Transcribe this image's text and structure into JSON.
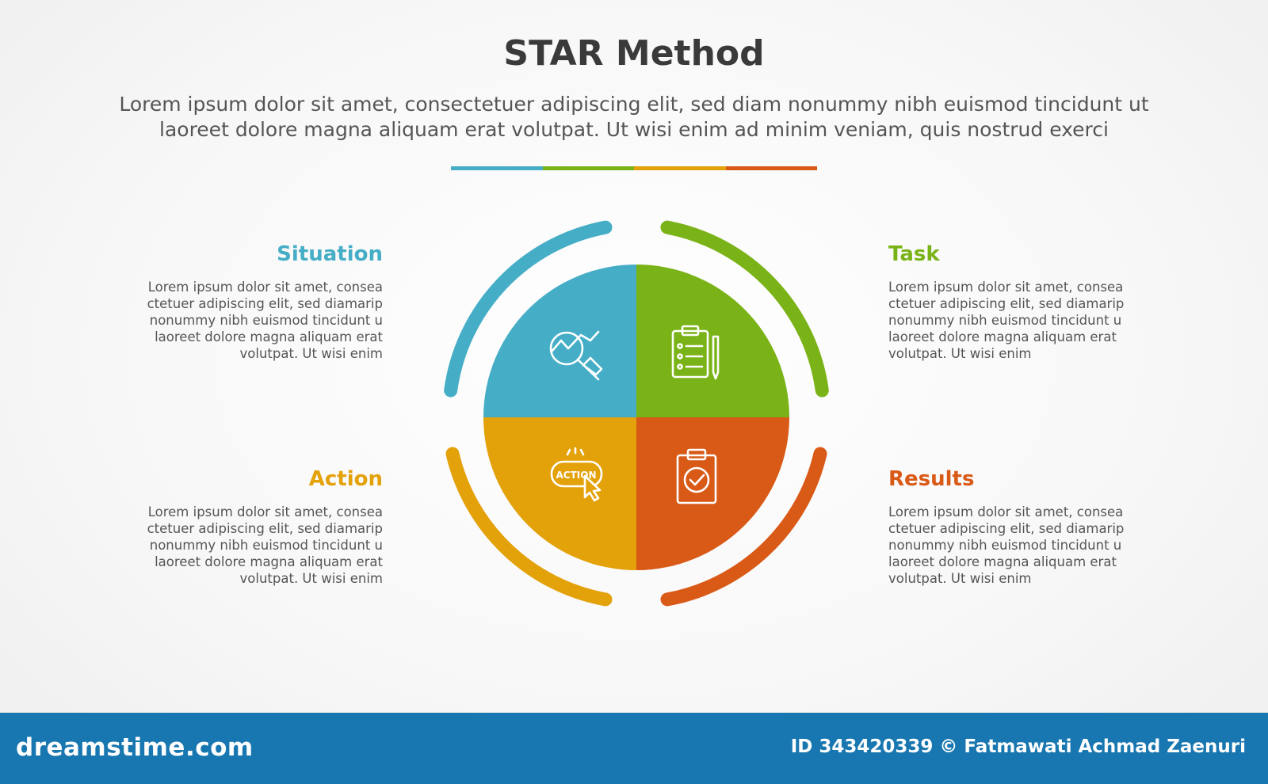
{
  "header": {
    "title": "STAR Method",
    "subtitle_line1": "Lorem ipsum dolor sit amet, consectetuer adipiscing elit, sed diam nonummy nibh euismod tincidunt ut",
    "subtitle_line2": "laoreet dolore magna aliquam erat volutpat. Ut wisi enim ad minim veniam, quis nostrud exerci"
  },
  "divider_colors": [
    "#45aec6",
    "#7ab317",
    "#e3a10a",
    "#d95a17"
  ],
  "sections": [
    {
      "label": "Situation",
      "color": "#45aec6",
      "icon": "search-chart-icon",
      "lines": [
        "Lorem ipsum dolor sit amet, consea",
        "ctetuer adipiscing elit, sed diamarip",
        "nonummy nibh euismod tincidunt u",
        "laoreet dolore magna aliquam erat",
        "volutpat. Ut wisi enim"
      ]
    },
    {
      "label": "Task",
      "color": "#7ab317",
      "icon": "clipboard-list-icon",
      "lines": [
        "Lorem ipsum dolor sit amet, consea",
        "ctetuer adipiscing elit, sed diamarip",
        "nonummy nibh euismod tincidunt u",
        "laoreet dolore magna aliquam erat",
        "volutpat. Ut wisi enim"
      ]
    },
    {
      "label": "Action",
      "color": "#e3a10a",
      "icon": "action-button-click-icon",
      "icon_text": "ACTION",
      "lines": [
        "Lorem ipsum dolor sit amet, consea",
        "ctetuer adipiscing elit, sed diamarip",
        "nonummy nibh euismod tincidunt u",
        "laoreet dolore magna aliquam erat",
        "volutpat. Ut wisi enim"
      ]
    },
    {
      "label": "Results",
      "color": "#d95a17",
      "icon": "clipboard-check-icon",
      "lines": [
        "Lorem ipsum dolor sit amet, consea",
        "ctetuer adipiscing elit, sed diamarip",
        "nonummy nibh euismod tincidunt u",
        "laoreet dolore magna aliquam erat",
        "volutpat. Ut wisi enim"
      ]
    }
  ],
  "footer": {
    "brand": "dreamstime.com",
    "credit": "ID 343420339 © Fatmawati  Achmad Zaenuri"
  }
}
